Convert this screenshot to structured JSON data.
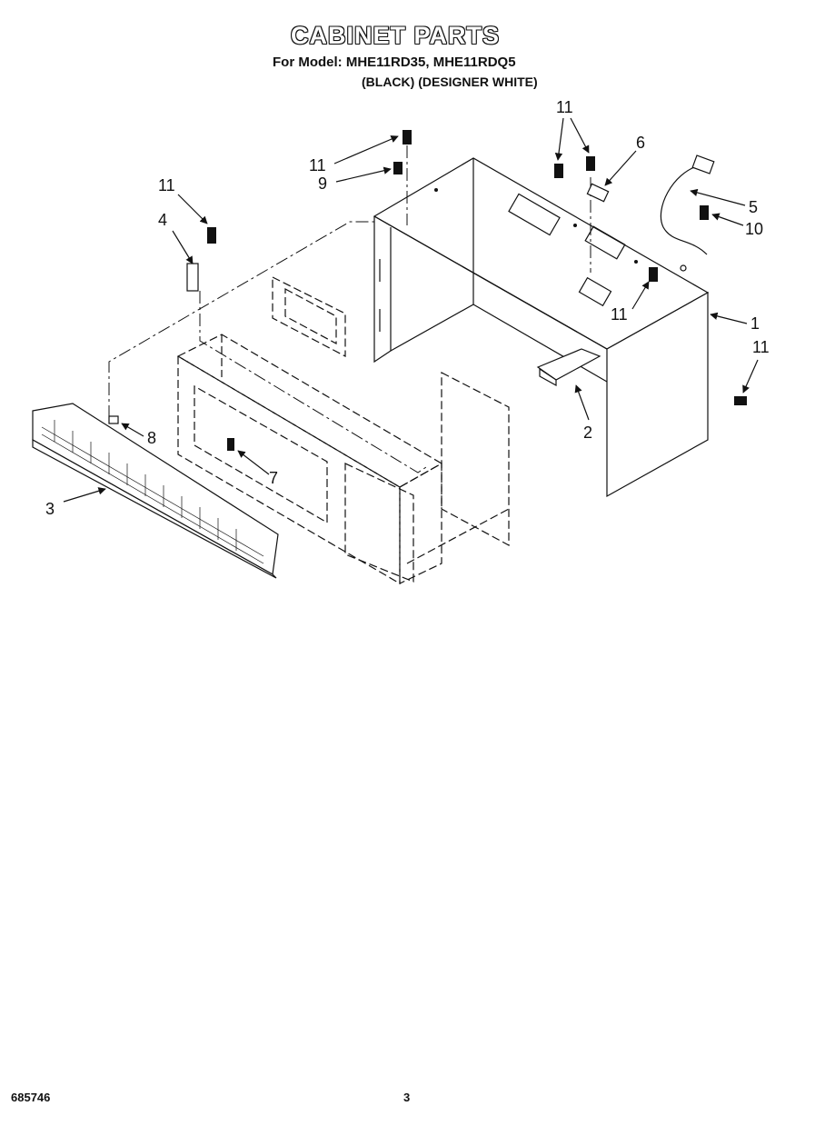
{
  "header": {
    "title": "CABINET PARTS",
    "model_line": "For Model: MHE11RD35, MHE11RDQ5",
    "variant_line": "(BLACK) (DESIGNER WHITE)"
  },
  "callouts": [
    {
      "id": "c1",
      "label": "1"
    },
    {
      "id": "c2",
      "label": "2"
    },
    {
      "id": "c3",
      "label": "3"
    },
    {
      "id": "c4",
      "label": "4"
    },
    {
      "id": "c5",
      "label": "5"
    },
    {
      "id": "c6",
      "label": "6"
    },
    {
      "id": "c7",
      "label": "7"
    },
    {
      "id": "c8",
      "label": "8"
    },
    {
      "id": "c9",
      "label": "9"
    },
    {
      "id": "c10",
      "label": "10"
    },
    {
      "id": "c11a",
      "label": "11"
    },
    {
      "id": "c11b",
      "label": "11"
    },
    {
      "id": "c11c",
      "label": "11"
    },
    {
      "id": "c11d",
      "label": "11"
    },
    {
      "id": "c11e",
      "label": "11"
    }
  ],
  "footer": {
    "doc_number": "685746",
    "page_number": "3"
  }
}
